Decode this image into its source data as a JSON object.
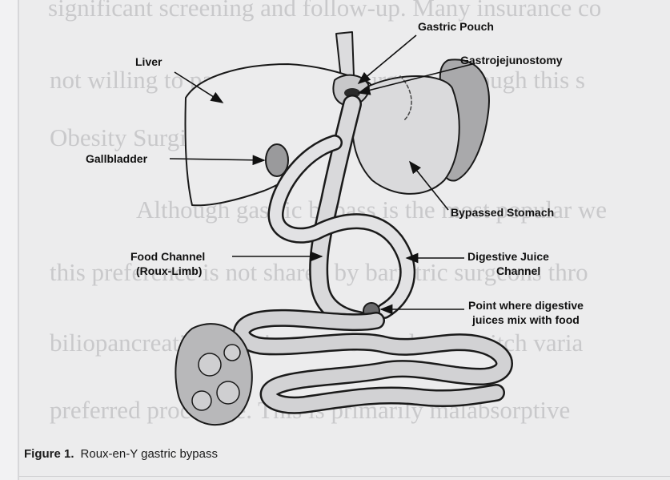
{
  "background_text": [
    "significant screening and follow-up. Many insurance co",
    "not willing to pay for bariatric surgery, although this s",
    "Obesity Surgical Foundation.",
    "Although gastric bypass is the most popular we",
    "this preference is not shared by bariatric surgeons thro",
    "biliopancreatic diversion or the duodenal switch varia",
    "preferred procedure. This is primarily malabsorptive"
  ],
  "labels": {
    "gastric_pouch": "Gastric Pouch",
    "liver": "Liver",
    "gastrojejunostomy": "Gastrojejunostomy",
    "gallbladder": "Gallbladder",
    "bypassed_stomach": "Bypassed Stomach",
    "food_channel_1": "Food Channel",
    "food_channel_2": "(Roux-Limb)",
    "digestive_juice_1": "Digestive Juice",
    "digestive_juice_2": "Channel",
    "mix_point_1": "Point where digestive",
    "mix_point_2": "juices mix with food"
  },
  "caption": {
    "number": "Figure 1.",
    "text": "Roux-en-Y gastric bypass"
  }
}
